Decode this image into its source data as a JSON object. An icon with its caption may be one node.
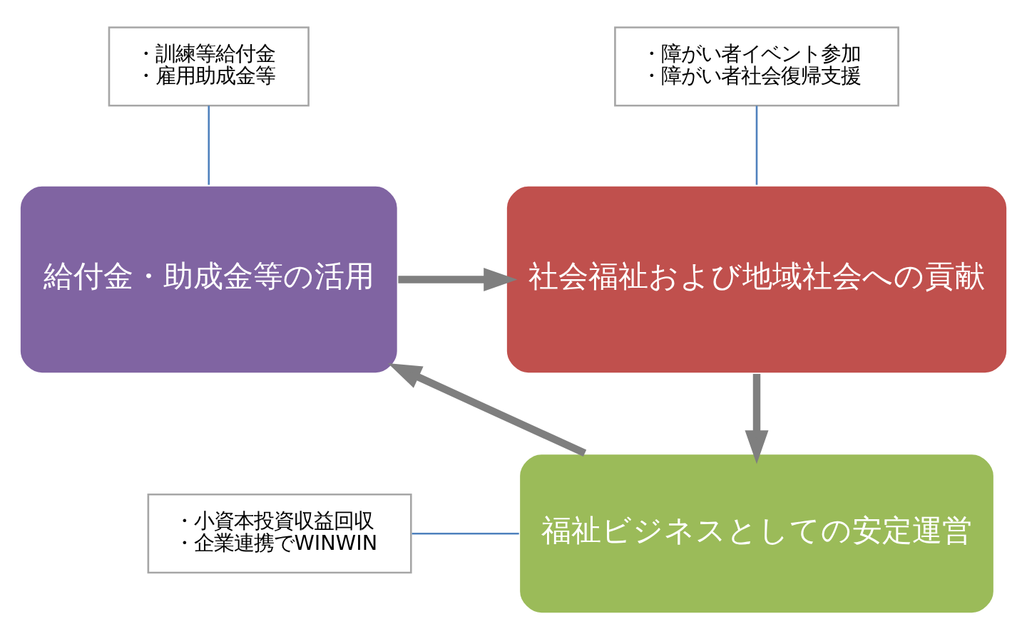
{
  "diagram": {
    "nodes": [
      {
        "text": [
          "・訓練等給付金",
          "・雇用助成金等"
        ]
      },
      {
        "text": [
          "・障がい者イベント参加",
          "・障がい者社会復帰支援"
        ]
      },
      {
        "text": [
          "給付金・助成金等の活用"
        ]
      },
      {
        "text": [
          "社会福祉および地域社会への貢献"
        ]
      },
      {
        "text": [
          "福祉ビジネスとしての安定運営"
        ]
      },
      {
        "text": [
          "・小資本投資収益回収",
          "・企業連携でWINWIN"
        ]
      }
    ],
    "edges": [
      {
        "from": 2,
        "to": 3,
        "arrow": "to",
        "style": "thick"
      },
      {
        "from": 3,
        "to": 4,
        "arrow": "to",
        "style": "thick"
      },
      {
        "from": 4,
        "to": 2,
        "arrow": "to",
        "style": "thick"
      },
      {
        "from": 0,
        "to": 2,
        "arrow": "none",
        "color": "#4f81bd"
      },
      {
        "from": 1,
        "to": 3,
        "arrow": "none",
        "color": "#4f81bd"
      },
      {
        "from": 5,
        "to": 4,
        "arrow": "none",
        "color": "#4f81bd"
      }
    ]
  }
}
